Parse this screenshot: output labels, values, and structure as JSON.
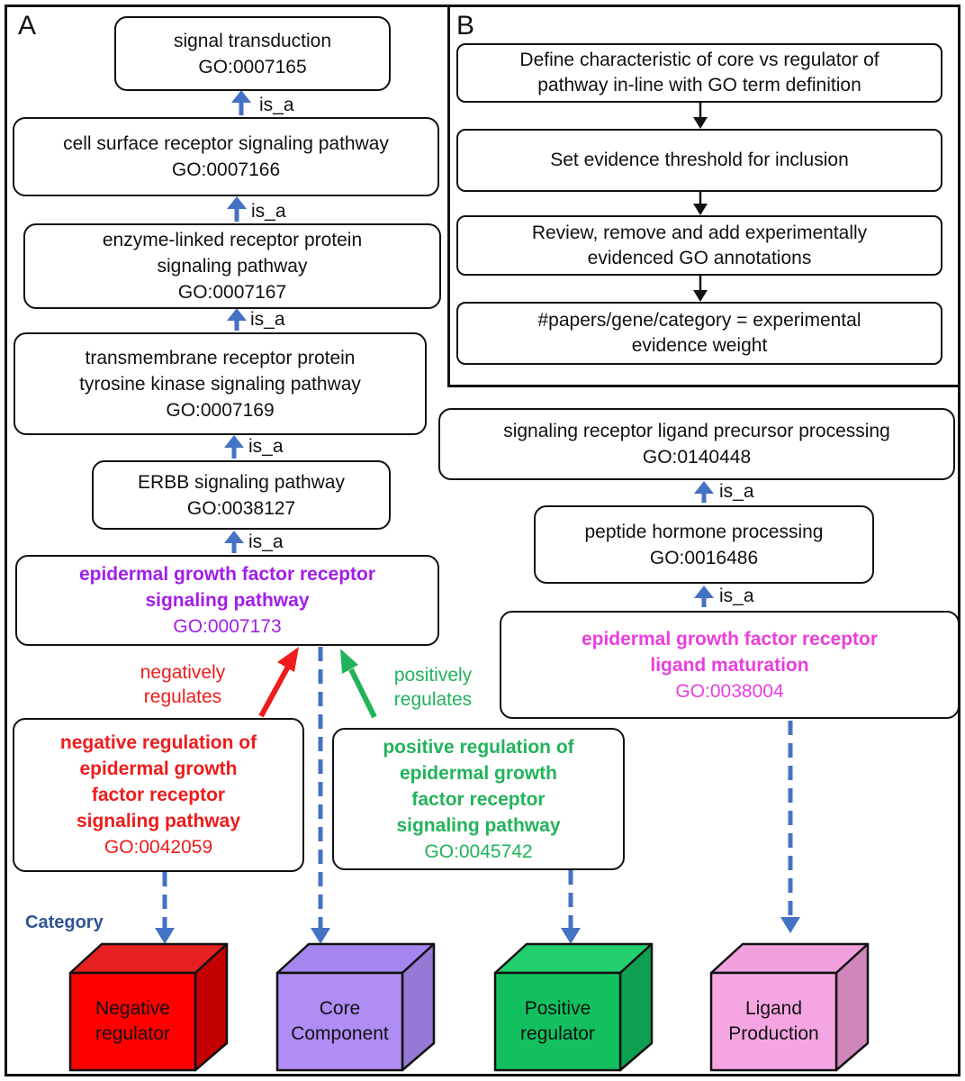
{
  "panels": {
    "a": "A",
    "b": "B"
  },
  "ontology": {
    "signal_transduction": {
      "label": "signal transduction",
      "id": "GO:0007165"
    },
    "cell_surface": {
      "label": "cell surface receptor signaling pathway",
      "id": "GO:0007166"
    },
    "enzyme_linked": {
      "label": "enzyme-linked receptor protein\nsignaling pathway",
      "id": "GO:0007167"
    },
    "transmembrane": {
      "label": "transmembrane receptor protein\ntyrosine kinase signaling pathway",
      "id": "GO:0007169"
    },
    "erbb": {
      "label": "ERBB signaling pathway",
      "id": "GO:0038127"
    },
    "egfr_pathway": {
      "label": "epidermal growth factor receptor\nsignaling pathway",
      "id": "GO:0007173"
    },
    "negative_reg": {
      "label": "negative regulation of\nepidermal growth\nfactor receptor\nsignaling pathway",
      "id": "GO:0042059"
    },
    "positive_reg": {
      "label": "positive regulation of\nepidermal growth\nfactor receptor\nsignaling pathway",
      "id": "GO:0045742"
    },
    "ligand_precursor": {
      "label": "signaling receptor ligand precursor processing",
      "id": "GO:0140448"
    },
    "peptide_hormone": {
      "label": "peptide hormone processing",
      "id": "GO:0016486"
    },
    "ligand_maturation": {
      "label": "epidermal growth factor receptor\nligand maturation",
      "id": "GO:0038004"
    }
  },
  "relations": {
    "is_a": "is_a",
    "negatively_regulates": "negatively\nregulates",
    "positively_regulates": "positively\nregulates"
  },
  "workflow": {
    "steps": [
      "Define characteristic of core vs regulator of\npathway in-line with GO term definition",
      "Set evidence threshold for inclusion",
      "Review, remove and add experimentally\nevidenced GO annotations",
      "#papers/gene/category =  experimental\nevidence weight"
    ]
  },
  "category": {
    "heading": "Category",
    "negative": "Negative\nregulator",
    "core": "Core\nComponent",
    "positive": "Positive\nregulator",
    "ligand": "Ligand\nProduction"
  },
  "colors": {
    "arrow_blue": "#4472c4",
    "purple_text": "#a21ee8",
    "red_text": "#ee1c1c",
    "green_text": "#22b35a",
    "pink_text": "#ea3fde",
    "cube_red": "#ff0000",
    "cube_purple": "#b08cf5",
    "cube_green": "#12c060",
    "cube_pink": "#f5a6e2"
  }
}
